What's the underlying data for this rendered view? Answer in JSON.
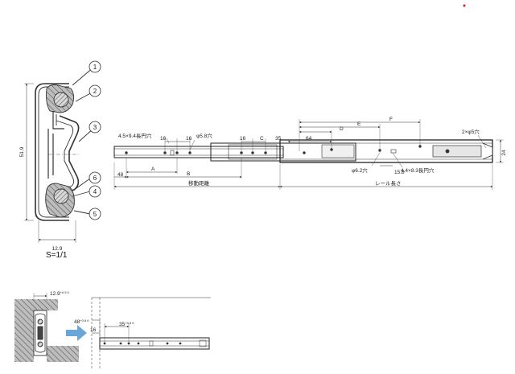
{
  "colors": {
    "line": "#333333",
    "hatch": "#7a7a7a",
    "arrow": "#6aa7d8",
    "red_dot": "#e0102a"
  },
  "cross_section": {
    "height_label": "51.9",
    "width_label": "12.9",
    "scale_label": "S=1/1",
    "callouts": [
      "1",
      "2",
      "3",
      "6",
      "4",
      "5"
    ]
  },
  "slide": {
    "slot_label": "4.5×9.4長円穴",
    "hole_a_label": "φ5.8穴",
    "dim_16_a": "16",
    "dim_16_b": "16",
    "dim_16_c": "16",
    "dim_c": "C",
    "dim_35": "35",
    "dim_64": "64",
    "dim_d": "D",
    "dim_e": "E",
    "dim_f": "F",
    "dim_48": "48",
    "dim_a": "A",
    "dim_b": "B",
    "travel_label": "移動距離",
    "rail_length_label": "レール長さ",
    "hole_b_label": "φ6.2穴",
    "dim_15_8": "15.8",
    "slot_b_label": "4.4×8.3長円穴",
    "end_holes_label": "2×φ5穴",
    "height_24": "24"
  },
  "install": {
    "dim_12_9": "12.9",
    "dim_12_9_tol": "+0.5 0",
    "dim_48": "48",
    "dim_48_tol": "+0.5 0",
    "dim_16": "16",
    "dim_35": "35",
    "dim_35_tol": "+0.5 0"
  }
}
